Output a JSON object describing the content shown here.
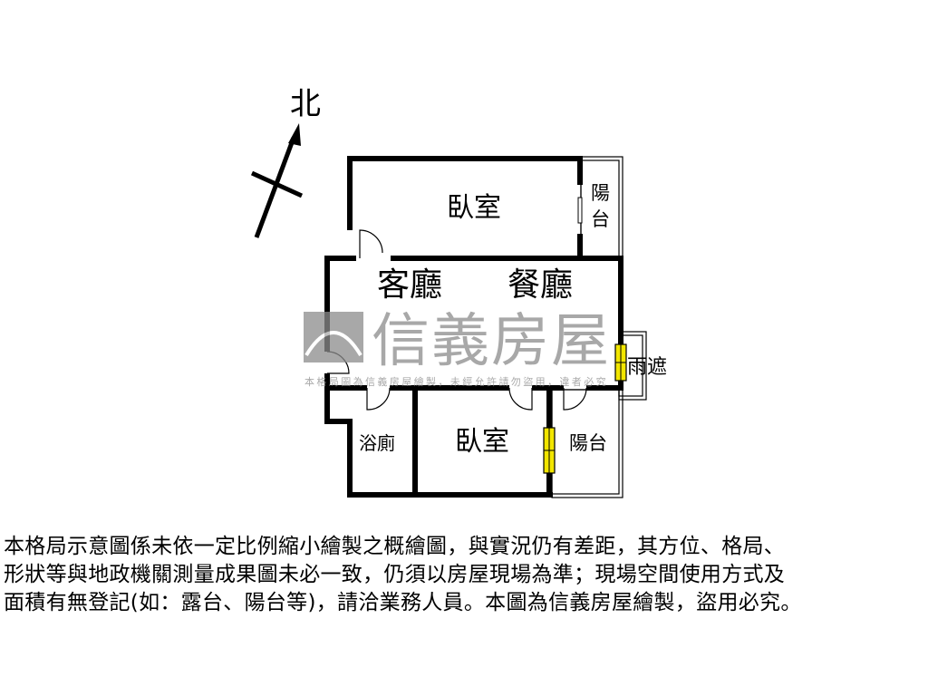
{
  "compass": {
    "north_label": "北"
  },
  "rooms": {
    "bedroom_top": "臥室",
    "balcony_top": "陽台",
    "living_room": "客廳",
    "dining_room": "餐廳",
    "canopy": "雨遮",
    "bathroom": "浴廁",
    "bedroom_bottom": "臥室",
    "balcony_bottom": "陽台"
  },
  "watermark": {
    "brand": "信義房屋",
    "notice": "本格局圖為信義房屋繪製，未經允許請勿盜用，違者必究"
  },
  "colors": {
    "wall": "#000000",
    "window": "#f2e600",
    "watermark": "#8c8c8c"
  },
  "disclaimer": {
    "lines": [
      "本格局示意圖係未依一定比例縮小繪製之概繪圖，與實況仍有差距，其方位、格局、",
      "形狀等與地政機關測量成果圖未必一致，仍須以房屋現場為準；現場空間使用方式及",
      "面積有無登記(如：露台、陽台等)，請洽業務人員。本圖為信義房屋繪製，盜用必究。"
    ]
  }
}
